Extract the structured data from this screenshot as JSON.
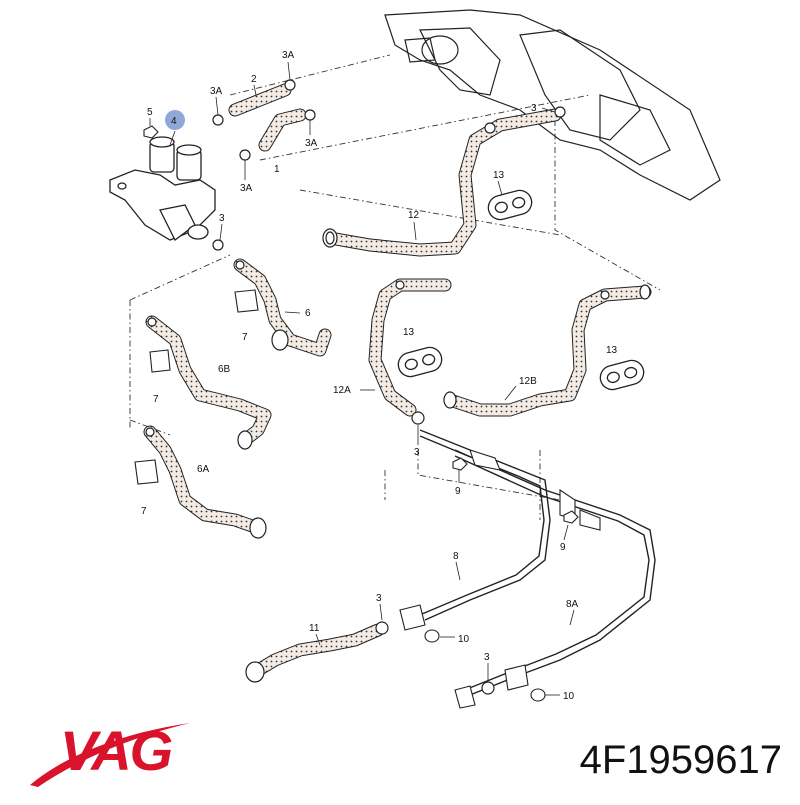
{
  "callouts": {
    "c1": "1",
    "c2": "2",
    "c3": "3",
    "c3a": "3A",
    "c4": "4",
    "c5": "5",
    "c6": "6",
    "c6a": "6A",
    "c6b": "6B",
    "c7": "7",
    "c8": "8",
    "c8a": "8A",
    "c9": "9",
    "c10": "10",
    "c11": "11",
    "c12": "12",
    "c12a": "12A",
    "c12b": "12B",
    "c13": "13"
  },
  "highlight_color": "#8fa8d8",
  "brand": {
    "text": "VAG",
    "color": "#d8132b"
  },
  "part_number": "4F1959617"
}
